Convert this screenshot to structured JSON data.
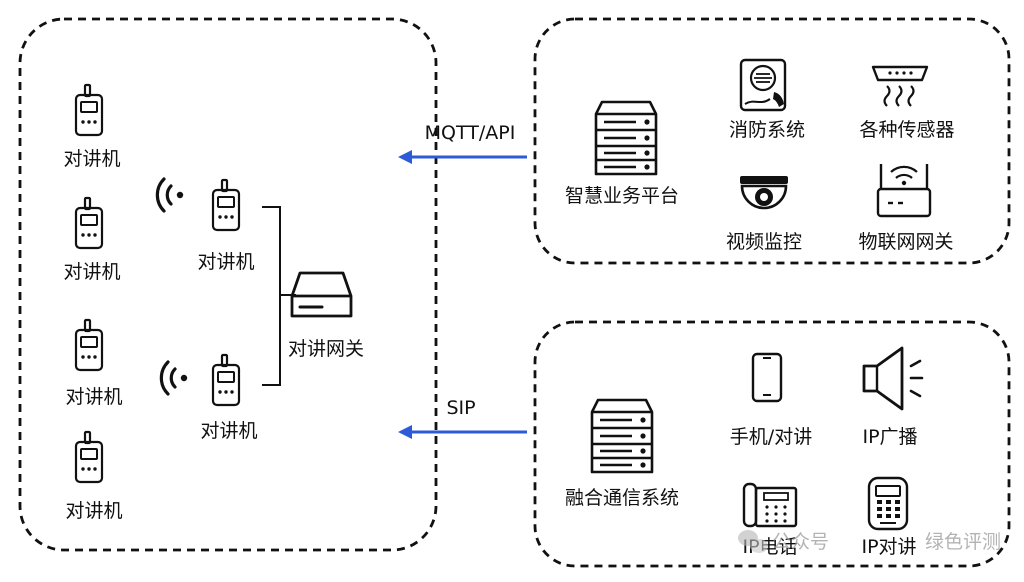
{
  "walkie_label": "对讲机",
  "gateway_label": "对讲网关",
  "protocols": {
    "top": "MQTT/API",
    "bottom": "SIP"
  },
  "platform_label": "智慧业务平台",
  "fire_label": "消防系统",
  "sensor_label": "各种传感器",
  "camera_label": "视频监控",
  "iot_label": "物联网网关",
  "comm_label": "融合通信系统",
  "phone_label": "手机/对讲",
  "broadcast_label": "IP广播",
  "ipphone_label": "IP电话",
  "intercom_label": "IP对讲",
  "watermark": {
    "account": "公众号",
    "name": "绿色评测"
  },
  "colors": {
    "arrow": "#2d5bd8",
    "border": "#111111"
  },
  "icons": [
    "walkie-talkie-icon",
    "wifi-signal-icon",
    "gateway-icon",
    "server-icon",
    "fire-system-icon",
    "sensor-icon",
    "camera-icon",
    "router-icon",
    "mobile-phone-icon",
    "speaker-icon",
    "desk-phone-icon",
    "intercom-icon",
    "wechat-icon"
  ]
}
